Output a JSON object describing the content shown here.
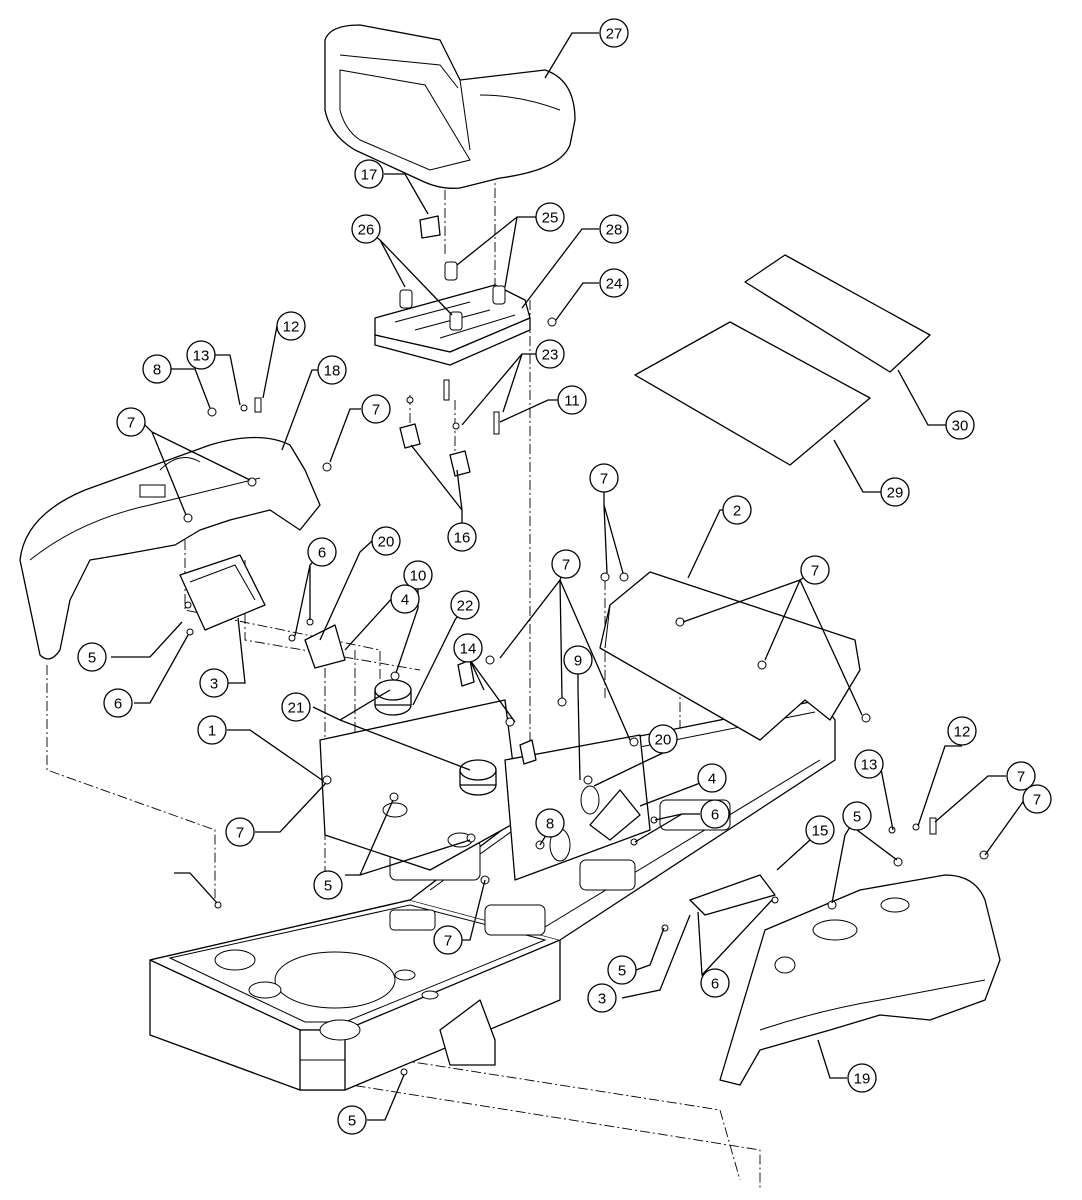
{
  "diagram": {
    "callouts": [
      {
        "label": "27"
      },
      {
        "label": "17"
      },
      {
        "label": "26"
      },
      {
        "label": "25"
      },
      {
        "label": "28"
      },
      {
        "label": "24"
      },
      {
        "label": "12"
      },
      {
        "label": "13"
      },
      {
        "label": "8"
      },
      {
        "label": "18"
      },
      {
        "label": "7"
      },
      {
        "label": "7"
      },
      {
        "label": "23"
      },
      {
        "label": "11"
      },
      {
        "label": "30"
      },
      {
        "label": "29"
      },
      {
        "label": "16"
      },
      {
        "label": "7"
      },
      {
        "label": "2"
      },
      {
        "label": "6"
      },
      {
        "label": "20"
      },
      {
        "label": "10"
      },
      {
        "label": "4"
      },
      {
        "label": "22"
      },
      {
        "label": "7"
      },
      {
        "label": "7"
      },
      {
        "label": "5"
      },
      {
        "label": "3"
      },
      {
        "label": "6"
      },
      {
        "label": "14"
      },
      {
        "label": "21"
      },
      {
        "label": "9"
      },
      {
        "label": "1"
      },
      {
        "label": "20"
      },
      {
        "label": "4"
      },
      {
        "label": "7"
      },
      {
        "label": "6"
      },
      {
        "label": "8"
      },
      {
        "label": "13"
      },
      {
        "label": "12"
      },
      {
        "label": "7"
      },
      {
        "label": "7"
      },
      {
        "label": "5"
      },
      {
        "label": "15"
      },
      {
        "label": "5"
      },
      {
        "label": "7"
      },
      {
        "label": "5"
      },
      {
        "label": "3"
      },
      {
        "label": "6"
      },
      {
        "label": "19"
      },
      {
        "label": "5"
      }
    ]
  }
}
